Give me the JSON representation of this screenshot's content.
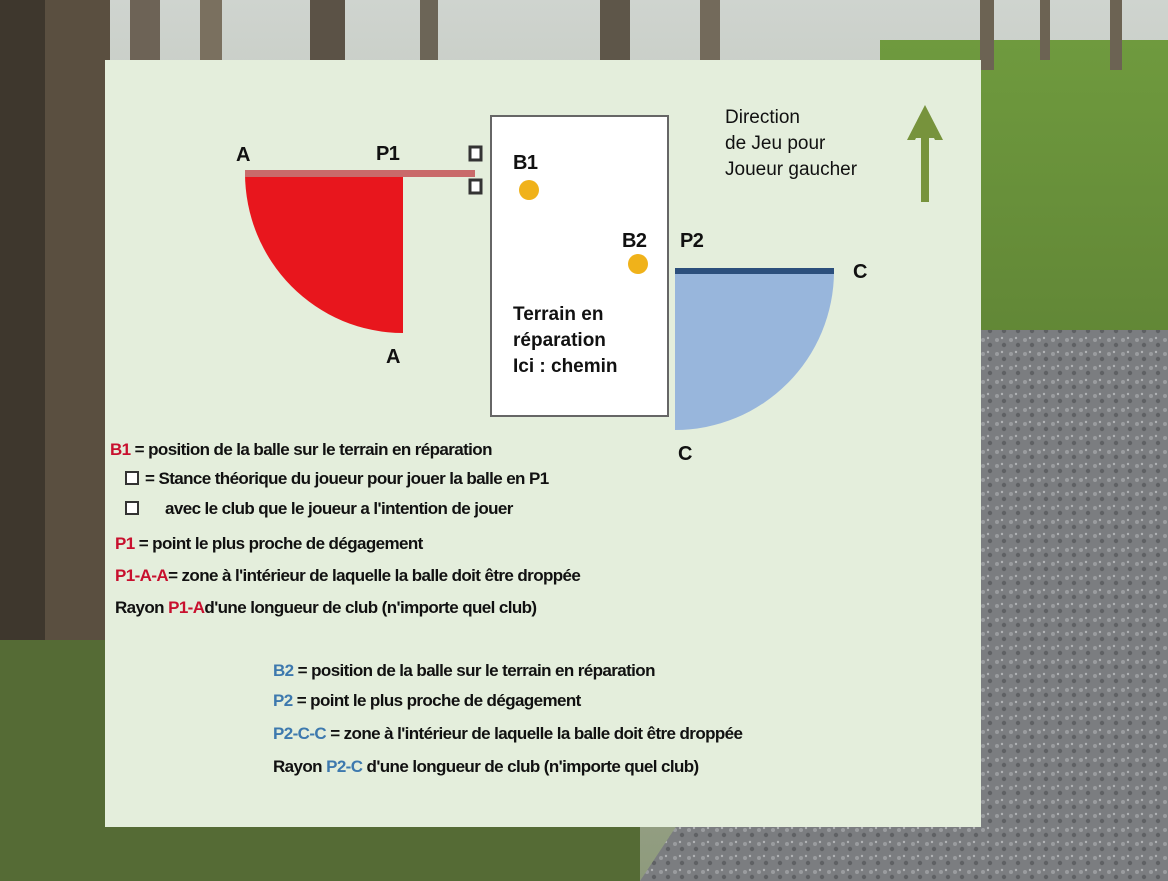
{
  "labels": {
    "A_top": "A",
    "A_bottom": "A",
    "P1": "P1",
    "B1": "B1",
    "B2": "B2",
    "P2": "P2",
    "C_right": "C",
    "C_bottom": "C"
  },
  "direction": {
    "line1": "Direction",
    "line2": "de Jeu pour",
    "line3": "Joueur gaucher"
  },
  "terrain": {
    "line1": "Terrain en",
    "line2": "réparation",
    "line3": "Ici : chemin"
  },
  "legend_left": [
    {
      "code": "B1",
      "text": " = position de la balle sur le terrain en réparation"
    },
    {
      "code": "",
      "text": "= Stance théorique du joueur pour jouer la balle en P1"
    },
    {
      "code": "",
      "text": "avec le club que le joueur a l'intention de jouer"
    },
    {
      "code": "P1",
      "text": " = point le plus proche de dégagement"
    },
    {
      "code": "P1-A-A",
      "text": "= zone à l'intérieur de laquelle la balle doit être droppée"
    },
    {
      "prefix": "Rayon ",
      "code": "P1-A",
      "text": "d'une longueur de club (n'importe quel club)"
    }
  ],
  "legend_right": [
    {
      "code": "B2",
      "text": " = position de la balle sur le terrain en réparation"
    },
    {
      "code": "P2",
      "text": " = point le plus proche de dégagement"
    },
    {
      "code": "P2-C-C",
      "text": " = zone à l'intérieur de laquelle la balle doit être droppée"
    },
    {
      "prefix": "Rayon ",
      "code": "P2-C",
      "text": " d'une longueur de club (n'importe quel club)"
    }
  ],
  "colors": {
    "red_zone": "#e8161d",
    "red_line": "#c96a6a",
    "blue_zone": "#98b6dc",
    "blue_line": "#2c4f7c",
    "ball": "#f0b21a",
    "arrow": "#77933c",
    "panel": "#e4eedc"
  }
}
